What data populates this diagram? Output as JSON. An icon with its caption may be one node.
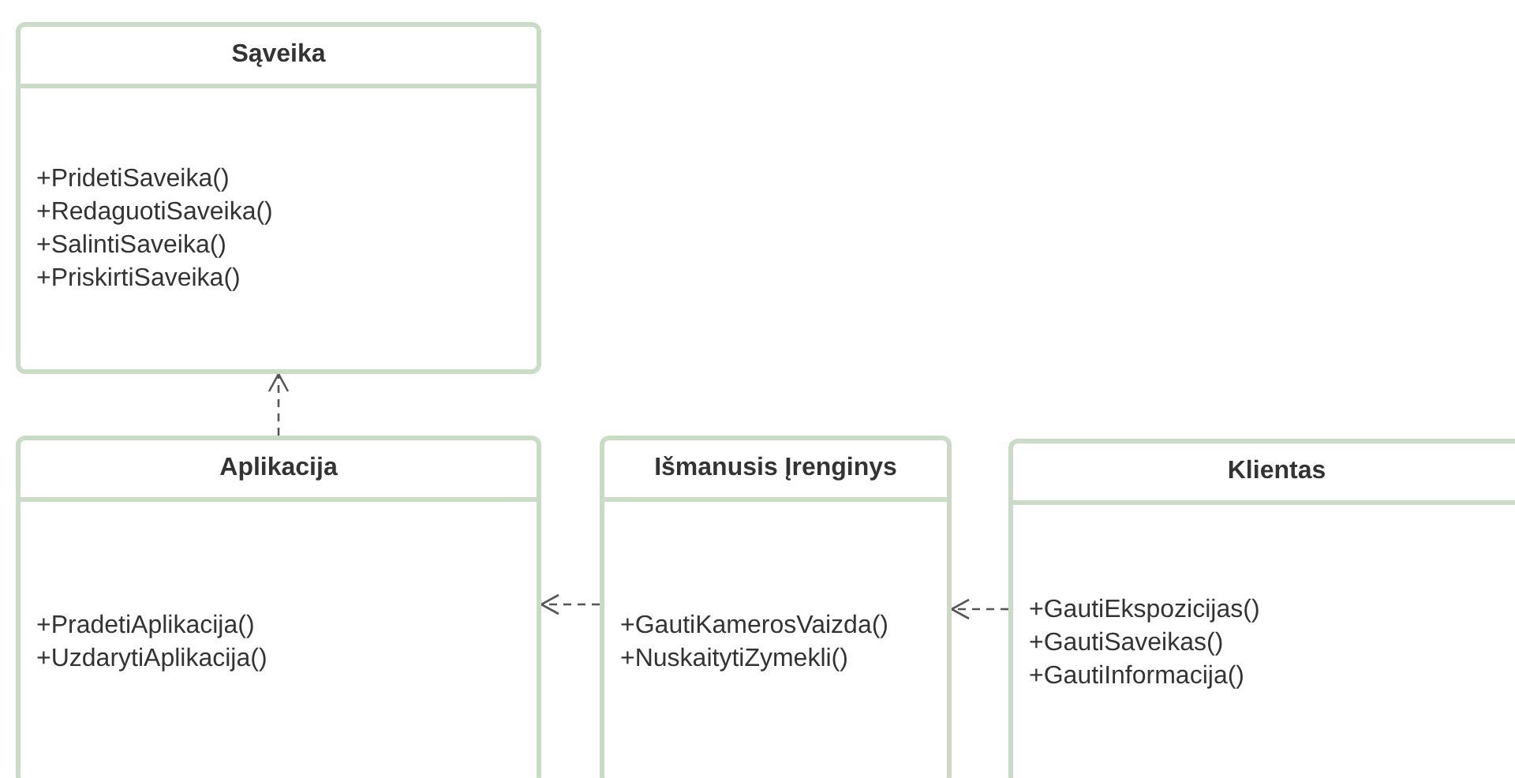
{
  "diagram": {
    "nodes": [
      {
        "text": [
          "Sąveika",
          "+PridetiSaveika()",
          "+RedaguotiSaveika()",
          "+SalintiSaveika()",
          "+PriskirtiSaveika()"
        ]
      },
      {
        "text": [
          "Aplikacija",
          "+PradetiAplikacija()",
          "+UzdarytiAplikacija()"
        ]
      },
      {
        "text": [
          "Išmanusis Įrenginys",
          "+GautiKamerosVaizda()",
          "+NuskaitytiZymekli()"
        ]
      },
      {
        "text": [
          "Klientas",
          "+GautiEkspozicijas()",
          "+GautiSaveikas()",
          "+GautiInformacija()"
        ]
      }
    ],
    "edges": [
      {
        "from": 1,
        "to": 0,
        "arrow": "to",
        "style": "dashed"
      },
      {
        "from": 2,
        "to": 1,
        "arrow": "to",
        "style": "dashed"
      },
      {
        "from": 3,
        "to": 2,
        "arrow": "to",
        "style": "dashed"
      }
    ]
  }
}
